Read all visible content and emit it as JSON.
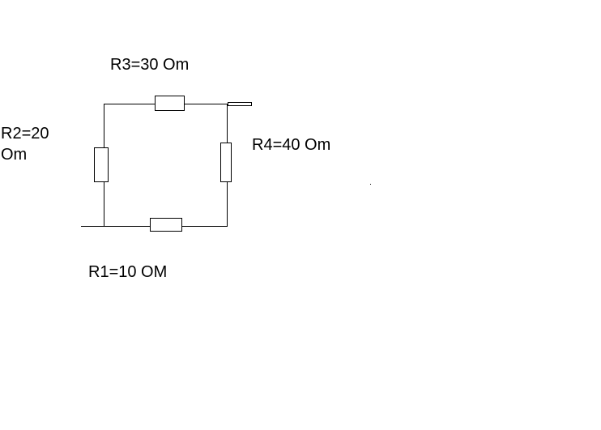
{
  "diagram": {
    "resistors": [
      {
        "id": "R3",
        "label": "R3=30 Om"
      },
      {
        "id": "R2",
        "label_line1": "R2=20",
        "label_line2": "Om"
      },
      {
        "id": "R4",
        "label": "R4=40 Om"
      },
      {
        "id": "R1",
        "label": "R1=10 OM"
      }
    ],
    "colors": {
      "background": "#ffffff",
      "wire": "#000000"
    }
  }
}
